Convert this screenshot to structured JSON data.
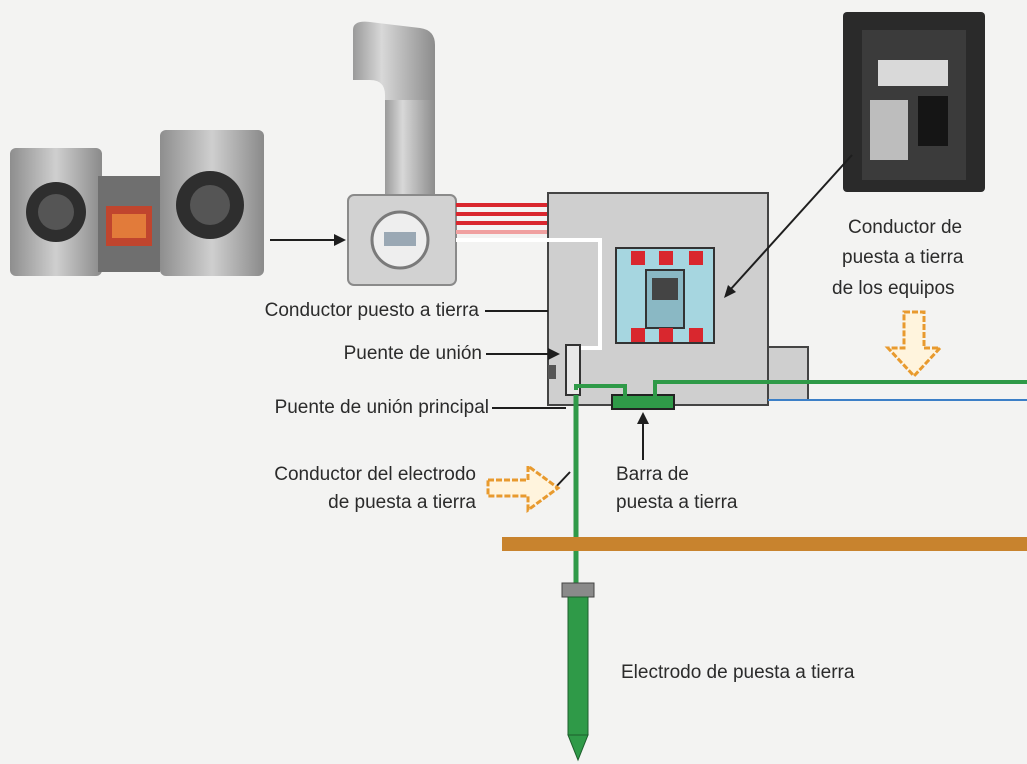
{
  "labels": {
    "grounded_conductor": "Conductor puesto a tierra",
    "bonding_jumper": "Puente de unión",
    "main_bonding_jumper": "Puente de unión principal",
    "gec_line1": "Conductor del electrodo",
    "gec_line2": "de puesta a tierra",
    "ground_bar_line1": "Barra de",
    "ground_bar_line2": "puesta a tierra",
    "egc_line1": "Conductor de",
    "egc_line2": "puesta a tierra",
    "egc_line3": "de los equipos",
    "electrode": "Electrodo de puesta a tierra"
  },
  "colors": {
    "background": "#f3f3f2",
    "panel": "#cfcfcf",
    "breaker": "#a6d6e0",
    "hot_conductor": "#d9272e",
    "ground_conductor": "#2f9a48",
    "arrow_outline": "#e89a2e",
    "soil_line": "#c8832e",
    "text": "#2b2b2b"
  },
  "icons": [
    "meter-sockets-photo",
    "meter-icon",
    "circuit-breaker-photo",
    "hollow-arrow-icon"
  ]
}
